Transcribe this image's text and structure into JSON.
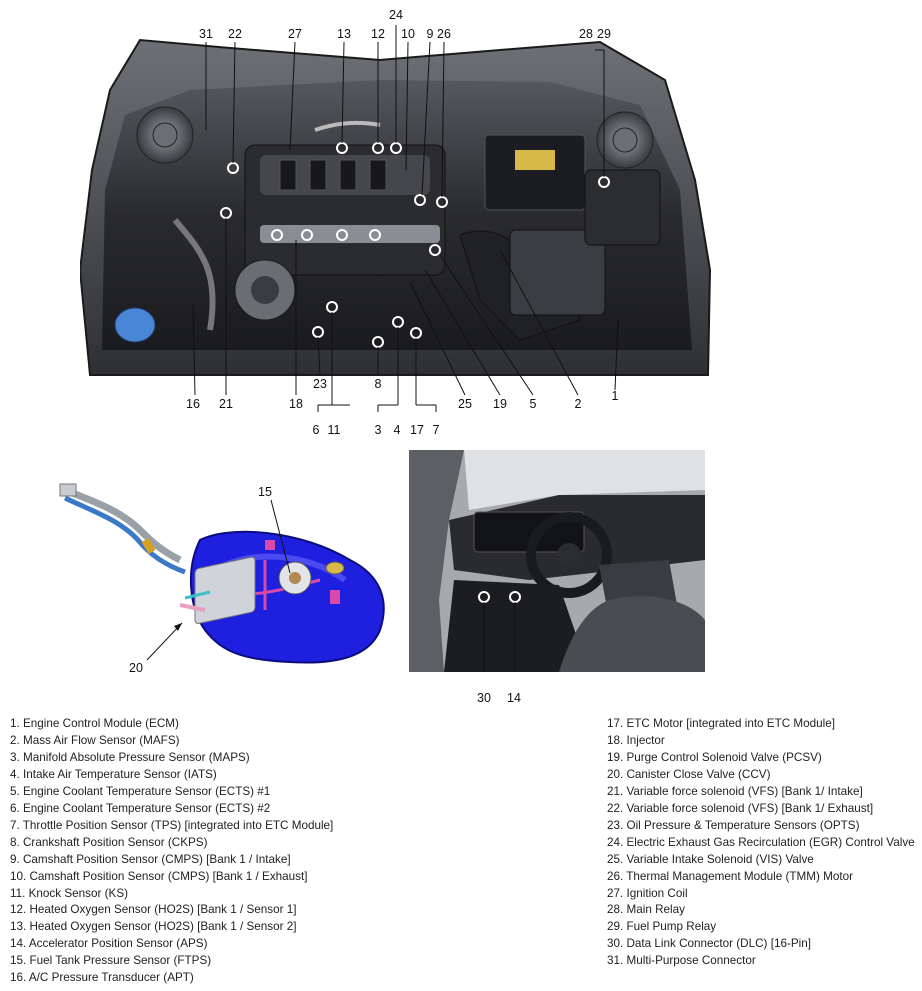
{
  "callouts": {
    "top": [
      "31",
      "22",
      "27",
      "13",
      "12",
      "24",
      "10",
      "9",
      "26",
      "28",
      "29"
    ],
    "bottom": [
      "16",
      "21",
      "18",
      "23",
      "11",
      "6",
      "8",
      "3",
      "4",
      "17",
      "7",
      "25",
      "19",
      "5",
      "2",
      "1"
    ],
    "fuel_tank": [
      "15",
      "20"
    ],
    "interior": [
      "30",
      "14"
    ]
  },
  "legend": {
    "left": [
      "1. Engine Control Module (ECM)",
      "2. Mass Air Flow Sensor (MAFS)",
      "3. Manifold Absolute Pressure Sensor (MAPS)",
      "4. Intake Air Temperature Sensor (IATS)",
      "5. Engine Coolant Temperature Sensor (ECTS) #1",
      "6. Engine Coolant Temperature Sensor (ECTS) #2",
      "7. Throttle Position Sensor (TPS) [integrated into ETC Module]",
      "8. Crankshaft Position Sensor (CKPS)",
      "9. Camshaft Position Sensor (CMPS) [Bank 1 / Intake]",
      "10. Camshaft Position Sensor (CMPS) [Bank 1 / Exhaust]",
      "11. Knock Sensor (KS)",
      "12. Heated Oxygen Sensor (HO2S) [Bank 1 / Sensor 1]",
      "13. Heated Oxygen Sensor (HO2S) [Bank 1 / Sensor 2]",
      "14. Accelerator Position Sensor (APS)",
      "15. Fuel Tank Pressure Sensor (FTPS)",
      "16. A/C Pressure Transducer (APT)"
    ],
    "right": [
      "17. ETC Motor [integrated into ETC Module]",
      "18. Injector",
      "19. Purge Control Solenoid Valve (PCSV)",
      "20. Canister Close Valve (CCV)",
      "21. Variable force solenoid (VFS) [Bank 1/ Intake]",
      "22. Variable force solenoid (VFS) [Bank 1/ Exhaust]",
      "23. Oil Pressure & Temperature Sensors (OPTS)",
      "24. Electric Exhaust Gas Recirculation (EGR) Control Valve",
      "25. Variable Intake Solenoid (VIS) Valve",
      "26. Thermal Management Module (TMM) Motor",
      "27. Ignition Coil",
      "28. Main Relay",
      "29. Fuel Pump Relay",
      "30. Data Link Connector (DLC) [16-Pin]",
      "31. Multi-Purpose Connector"
    ]
  },
  "colors": {
    "engine_dark": "#1c1d20",
    "engine_mid": "#3a3c41",
    "engine_light": "#8a8d93",
    "coolant_cap": "#4a86d6",
    "fuel_tank_blue": "#1f1fe0",
    "fuel_tank_pink": "#d84aa8",
    "leader_line": "#111111"
  }
}
